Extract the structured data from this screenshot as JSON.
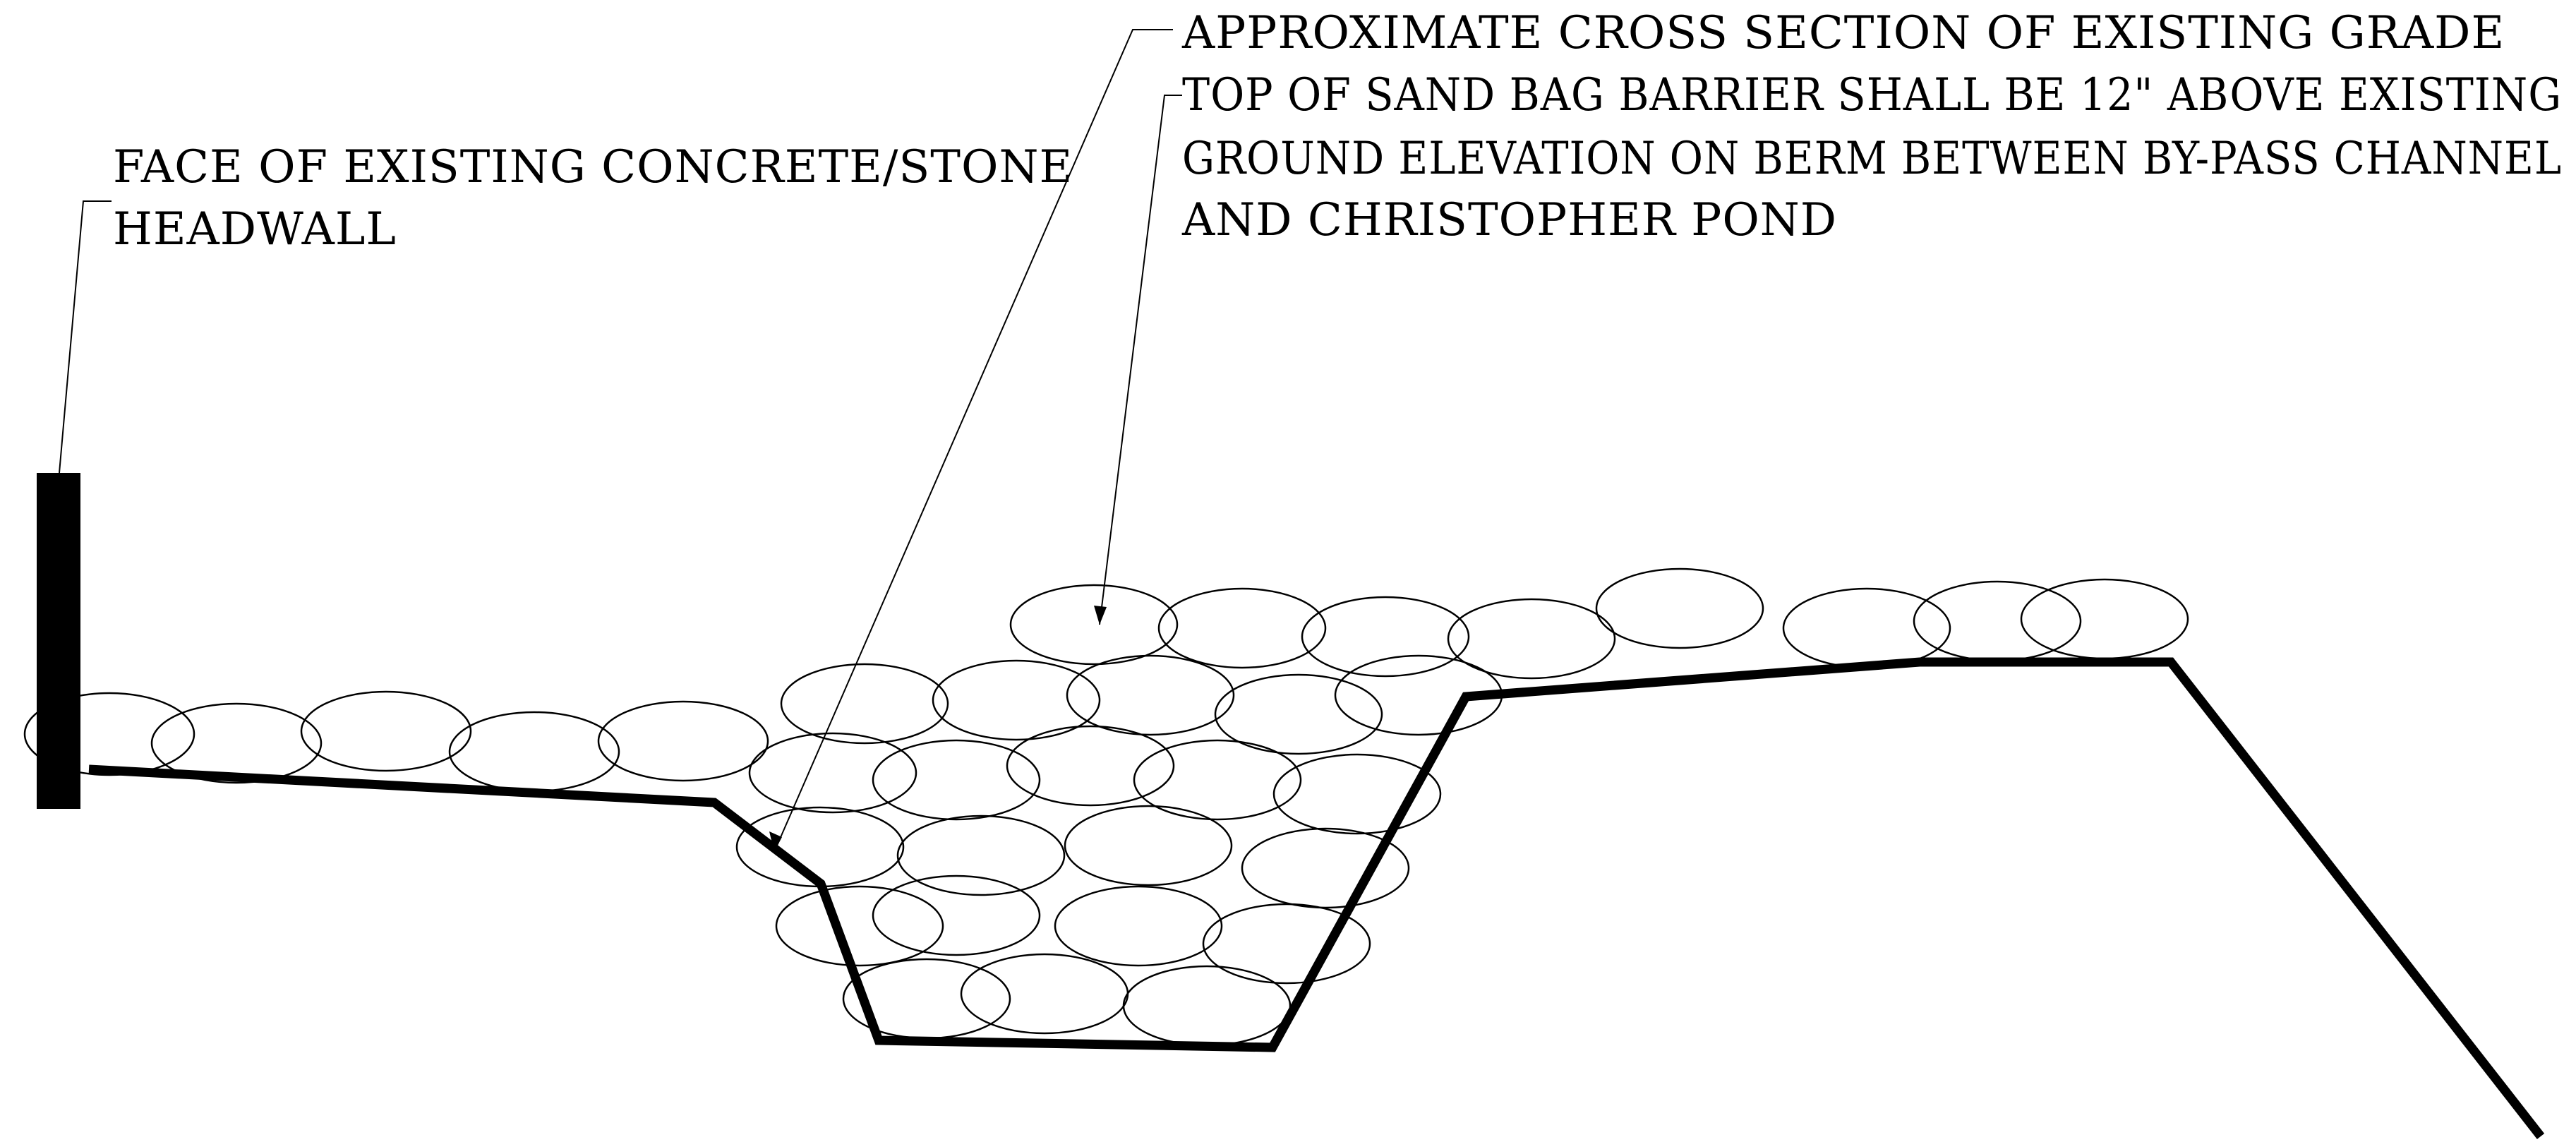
{
  "diagram": {
    "labels": {
      "headwall_line1": "FACE OF EXISTING CONCRETE/STONE",
      "headwall_line2": "HEADWALL",
      "grade": "APPROXIMATE CROSS SECTION OF EXISTING GRADE",
      "sandbag_line1": "TOP OF SAND BAG BARRIER SHALL BE 12\" ABOVE EXISTING",
      "sandbag_line2": "GROUND ELEVATION ON BERM BETWEEN BY-PASS CHANNEL",
      "sandbag_line3": "AND CHRISTOPHER POND"
    },
    "colors": {
      "ink": "#000000",
      "background": "#ffffff"
    }
  }
}
